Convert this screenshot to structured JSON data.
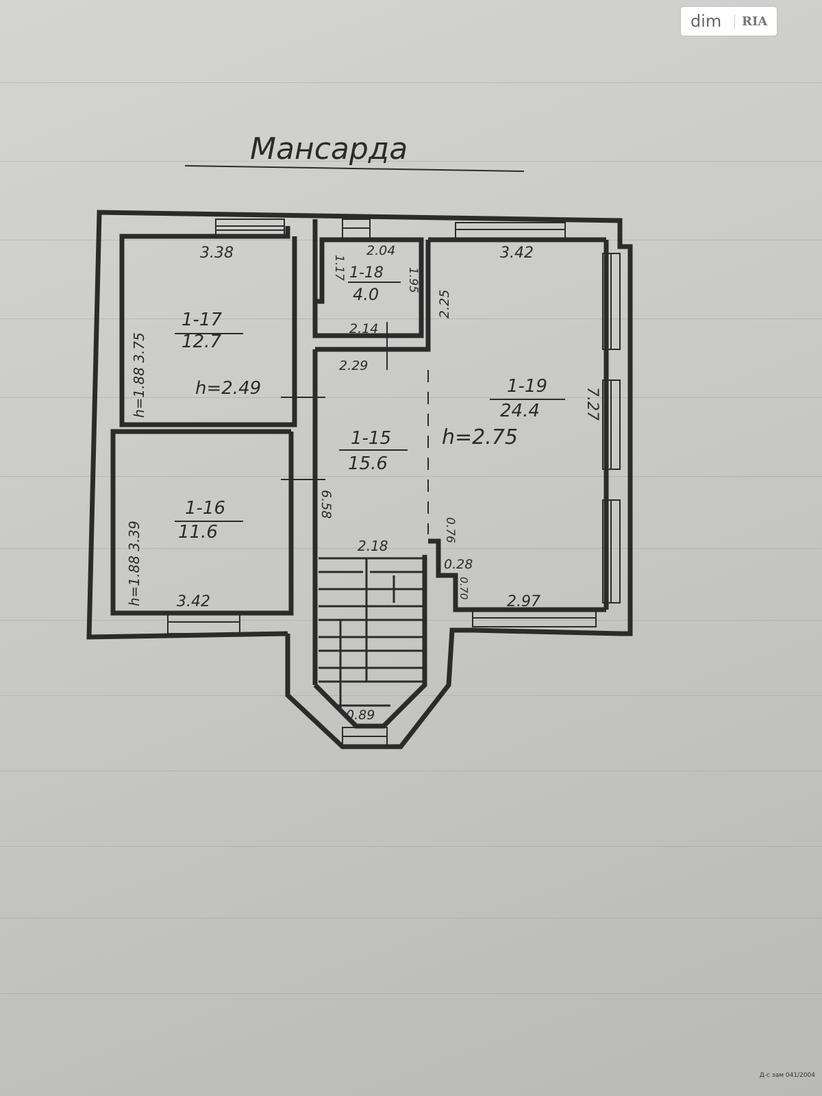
{
  "title": "Мансарда",
  "watermark": {
    "left": "dim",
    "right": "RIA"
  },
  "footer": "Д-с зам 041/2004",
  "rooms": {
    "r17": {
      "id": "1-17",
      "area": "12.7"
    },
    "r18": {
      "id": "1-18",
      "area": "4.0"
    },
    "r19": {
      "id": "1-19",
      "area": "24.4"
    },
    "r15": {
      "id": "1-15",
      "area": "15.6"
    },
    "r16": {
      "id": "1-16",
      "area": "11.6"
    }
  },
  "dims": {
    "d338": "3.38",
    "d204": "2.04",
    "d117": "1.17",
    "d195": "1.95",
    "d214": "2.14",
    "d229": "2.29",
    "d225": "2.25",
    "d342top": "3.42",
    "d727": "7.27",
    "h17": "h=1.88 3.75",
    "h249": "h=2.49",
    "h275": "h=2.75",
    "h16": "h=1.88 3.39",
    "d342bot": "3.42",
    "d658": "6.58",
    "d218": "2.18",
    "d076": "0.76",
    "d028": "0.28",
    "d070": "0.70",
    "d297": "2.97",
    "d089": "0.89"
  },
  "colors": {
    "ink": "#2b2b2b",
    "paper": "#cbcbc9"
  }
}
